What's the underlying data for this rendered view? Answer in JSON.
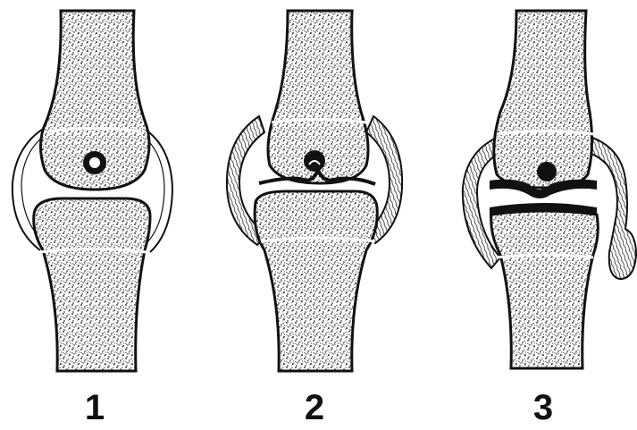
{
  "labels": {
    "fig1": "1",
    "fig2": "2",
    "fig3": "3"
  },
  "colors": {
    "ink": "#111111",
    "paper": "#ffffff"
  },
  "panels": [
    "joint-1",
    "joint-2",
    "joint-3"
  ]
}
